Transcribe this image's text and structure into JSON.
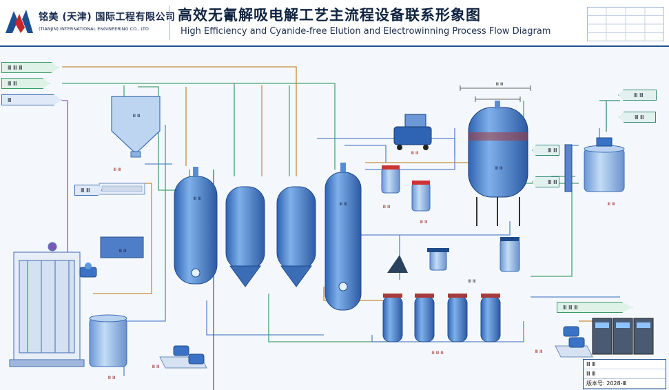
{
  "header": {
    "company_cn": "铭美 (天津) 国际工程有限公司",
    "company_en": "(TIANJIN) INTERNATIONAL ENGINEERING CO., LTD",
    "title_cn": "高效无氰解吸电解工艺主流程设备联系形象图",
    "title_en": "High Efficiency and Cyanide-free Elution and Electrowinning Process Flow Diagram"
  },
  "colors": {
    "brand_blue": "#1d4f91",
    "brand_red": "#c8262b",
    "vessel_blue": "#4f86d1",
    "pipe_blue": "#5b84c9",
    "pipe_green": "#49a06f",
    "pipe_orange": "#c88a3a",
    "pipe_purple": "#8a5cb4"
  },
  "tags": {
    "in_1": "Ⅲ Ⅲ Ⅲ",
    "in_2": "Ⅲ Ⅲ",
    "in_3": "Ⅲ",
    "right_1": "Ⅲ Ⅲ",
    "right_2": "Ⅲ Ⅲ",
    "right_3": "Ⅲ Ⅲ Ⅲ"
  },
  "labels": {
    "top_hopper": "Ⅲ Ⅲ",
    "pump_station": "Ⅲ Ⅲ",
    "sump": "Ⅲ Ⅲ",
    "pump_1": "Ⅲ Ⅲ",
    "pump_2": "Ⅲ Ⅲ",
    "col_1": "Ⅲ Ⅲ",
    "col_4": "Ⅲ Ⅲ",
    "reactor": "Ⅲ Ⅲ",
    "compressor": "Ⅲ Ⅲ",
    "tank_small": "Ⅲ Ⅲ",
    "tank_small_2": "Ⅲ Ⅲ",
    "product_row": "Ⅲ Ⅲ",
    "row_bottles": "Ⅲ Ⅲ Ⅲ",
    "cell_label": "Ⅲ Ⅲ",
    "further_tank": "Ⅲ Ⅲ",
    "mid_1": "Ⅲ Ⅲ",
    "mid_2": "Ⅲ Ⅲ",
    "mid_3": "Ⅲ Ⅲ",
    "dims": "Ⅲ Ⅲ"
  },
  "footer": {
    "row_1": "Ⅲ Ⅲ",
    "row_2": "Ⅲ Ⅲ",
    "row_3": "版本号: 2028-Ⅲ"
  }
}
